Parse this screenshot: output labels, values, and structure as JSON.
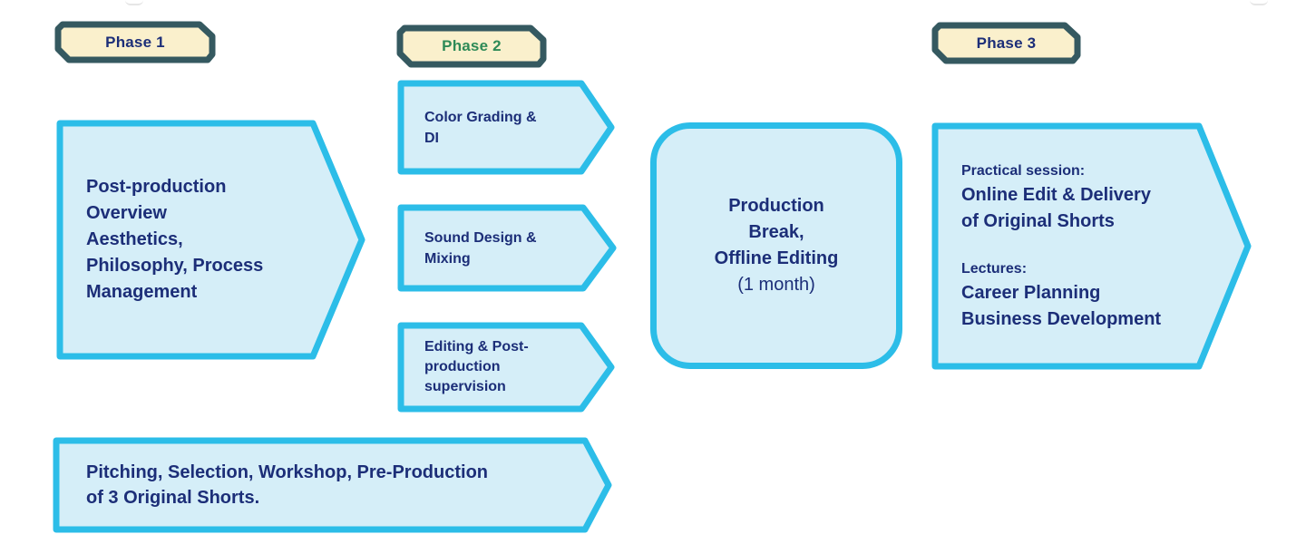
{
  "diagram": {
    "badges": [
      {
        "label": "Phase 1"
      },
      {
        "label": "Phase 2"
      },
      {
        "label": "Phase 3"
      }
    ],
    "phase1": {
      "main": "Post-production\nOverview\nAesthetics,\nPhilosophy, Process\nManagement",
      "pitching": "Pitching, Selection, Workshop, Pre-Production\nof 3 Original Shorts."
    },
    "phase2": {
      "color_grading": "Color Grading &\nDI",
      "sound_design": "Sound Design &\nMixing",
      "editing": "Editing & Post-\nproduction\nsupervision"
    },
    "production_break": {
      "title": "Production\nBreak,\nOffline Editing",
      "duration": "(1 month)"
    },
    "phase3": {
      "practical_label": "Practical session:",
      "practical_body": "Online Edit & Delivery\nof Original Shorts",
      "lectures_label": "Lectures:",
      "lectures_body": "Career Planning\nBusiness Development"
    },
    "colors": {
      "arrow_fill": "#d5eef8",
      "arrow_border": "#2cbde8",
      "text_navy": "#1c2e78",
      "badge_fill": "#faf0cc",
      "badge_border": "#355960",
      "phase2_text_green": "#2e8a57"
    }
  }
}
